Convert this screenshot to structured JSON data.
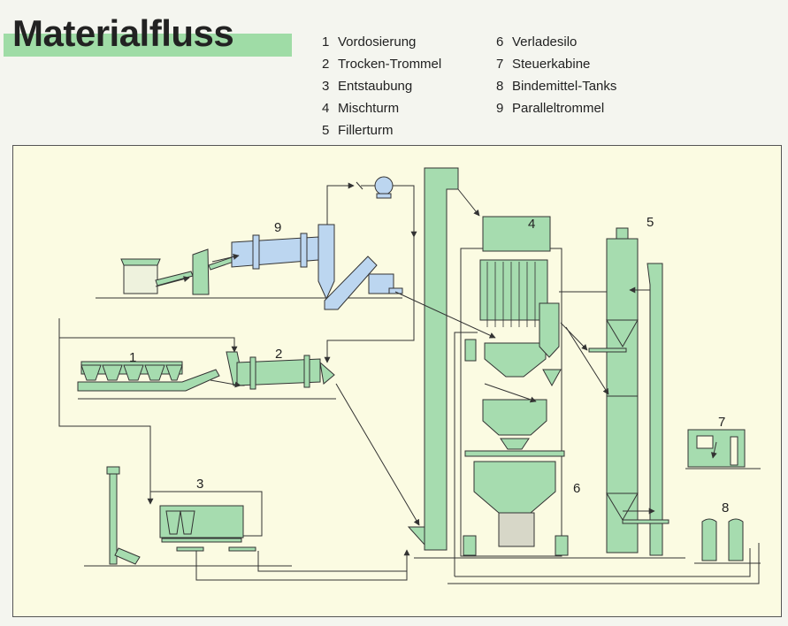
{
  "page": {
    "title": "Materialfluss"
  },
  "legend": [
    {
      "num": "1",
      "label": "Vordosierung"
    },
    {
      "num": "2",
      "label": "Trocken-Trommel"
    },
    {
      "num": "3",
      "label": "Entstaubung"
    },
    {
      "num": "4",
      "label": "Mischturm"
    },
    {
      "num": "5",
      "label": "Fillerturm"
    },
    {
      "num": "6",
      "label": "Verladesilo"
    },
    {
      "num": "7",
      "label": "Steuerkabine"
    },
    {
      "num": "8",
      "label": "Bindemittel-Tanks"
    },
    {
      "num": "9",
      "label": "Paralleltrommel"
    }
  ],
  "diagram": {
    "labels": [
      "1",
      "2",
      "3",
      "4",
      "5",
      "6",
      "7",
      "8",
      "9"
    ],
    "colors": {
      "equipment": "#a6dcaf",
      "blue_unit": "#bcd6f0",
      "panel": "#fbfbe2",
      "line": "#333333"
    }
  }
}
